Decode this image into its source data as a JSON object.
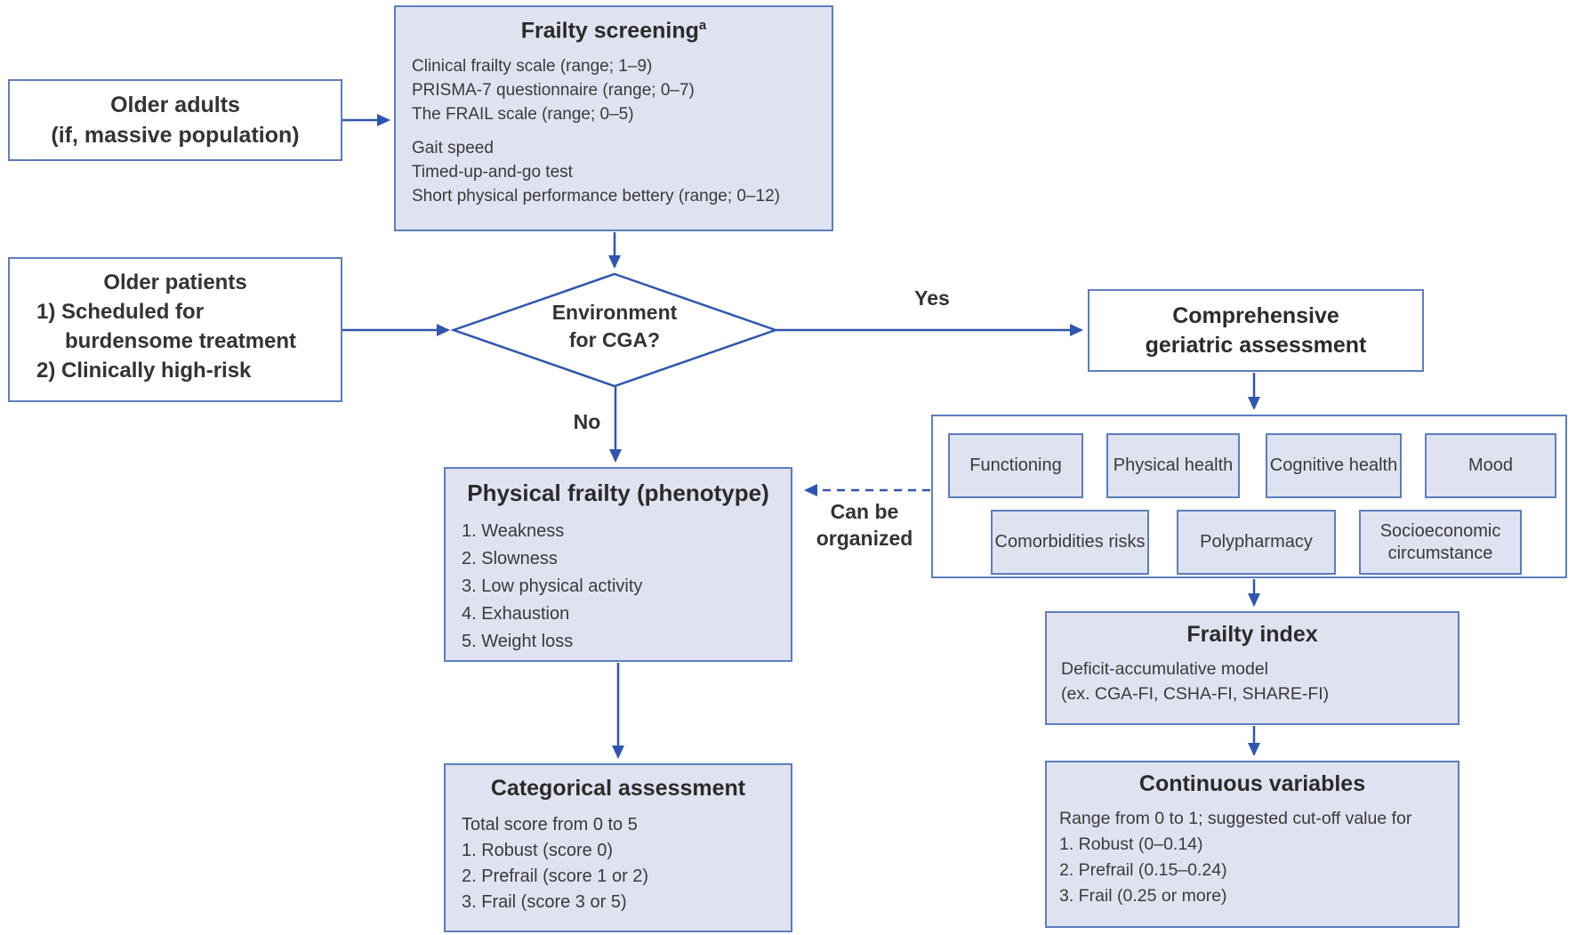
{
  "diagram": {
    "boxes": {
      "frailty_screening": {
        "title": "Frailty screening",
        "title_sup": "a",
        "group1": [
          "Clinical frailty scale (range; 1–9)",
          "PRISMA-7 questionnaire (range; 0–7)",
          "The FRAIL scale (range; 0–5)"
        ],
        "group2": [
          "Gait speed",
          "Timed-up-and-go test",
          "Short physical performance bettery (range; 0–12)"
        ]
      },
      "older_adults": {
        "line1": "Older adults",
        "line2": "(if, massive population)"
      },
      "older_patients": {
        "title": "Older patients",
        "line1": "1) Scheduled for",
        "line2": "burdensome treatment",
        "line3": "2) Clinically high-risk"
      },
      "decision": {
        "line1": "Environment",
        "line2": "for CGA?"
      },
      "cga": {
        "line1": "Comprehensive",
        "line2": "geriatric assessment"
      },
      "domains_row1": [
        "Functioning",
        "Physical health",
        "Cognitive health",
        "Mood"
      ],
      "domains_row2": [
        "Comorbidities risks",
        "Polypharmacy",
        "Socioeconomic circumstance"
      ],
      "physical_frailty": {
        "title": "Physical frailty (phenotype)",
        "items": [
          "1. Weakness",
          "2. Slowness",
          "3. Low physical activity",
          "4. Exhaustion",
          "5. Weight loss"
        ]
      },
      "frailty_index": {
        "title": "Frailty index",
        "lines": [
          "Deficit-accumulative model",
          "(ex. CGA-FI, CSHA-FI, SHARE-FI)"
        ]
      },
      "categorical": {
        "title": "Categorical assessment",
        "lines": [
          "Total score from 0 to 5",
          "1. Robust (score 0)",
          "2. Prefrail (score 1 or 2)",
          "3. Frail (score 3 or 5)"
        ]
      },
      "continuous": {
        "title": "Continuous variables",
        "lines": [
          "Range from 0 to 1; suggested cut-off value for",
          "1. Robust (0–0.14)",
          "2. Prefrail (0.15–0.24)",
          "3. Frail (0.25 or more)"
        ]
      }
    },
    "labels": {
      "yes": "Yes",
      "no": "No",
      "org_line1": "Can be",
      "org_line2": "organized"
    }
  },
  "colors": {
    "box_fill": "#dfe3f1",
    "box_border": "#5c7dbe",
    "white_fill": "#ffffff",
    "arrow": "#2f55ae",
    "text": "#333333"
  }
}
